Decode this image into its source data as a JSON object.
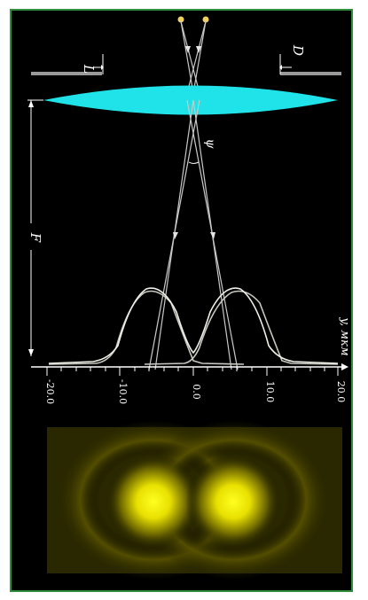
{
  "diagram": {
    "labels": {
      "L": "L",
      "D": "D",
      "psi": "ψ",
      "F": "F",
      "axis": "y, мкм"
    },
    "ticks": [
      "-20.0",
      "-10.0",
      "0.0",
      "10.0",
      "20.0"
    ],
    "colors": {
      "lens": "#1fe3e8",
      "frame": "#2f8f3c",
      "source": "#f0d060",
      "airy": "#fff200"
    }
  }
}
